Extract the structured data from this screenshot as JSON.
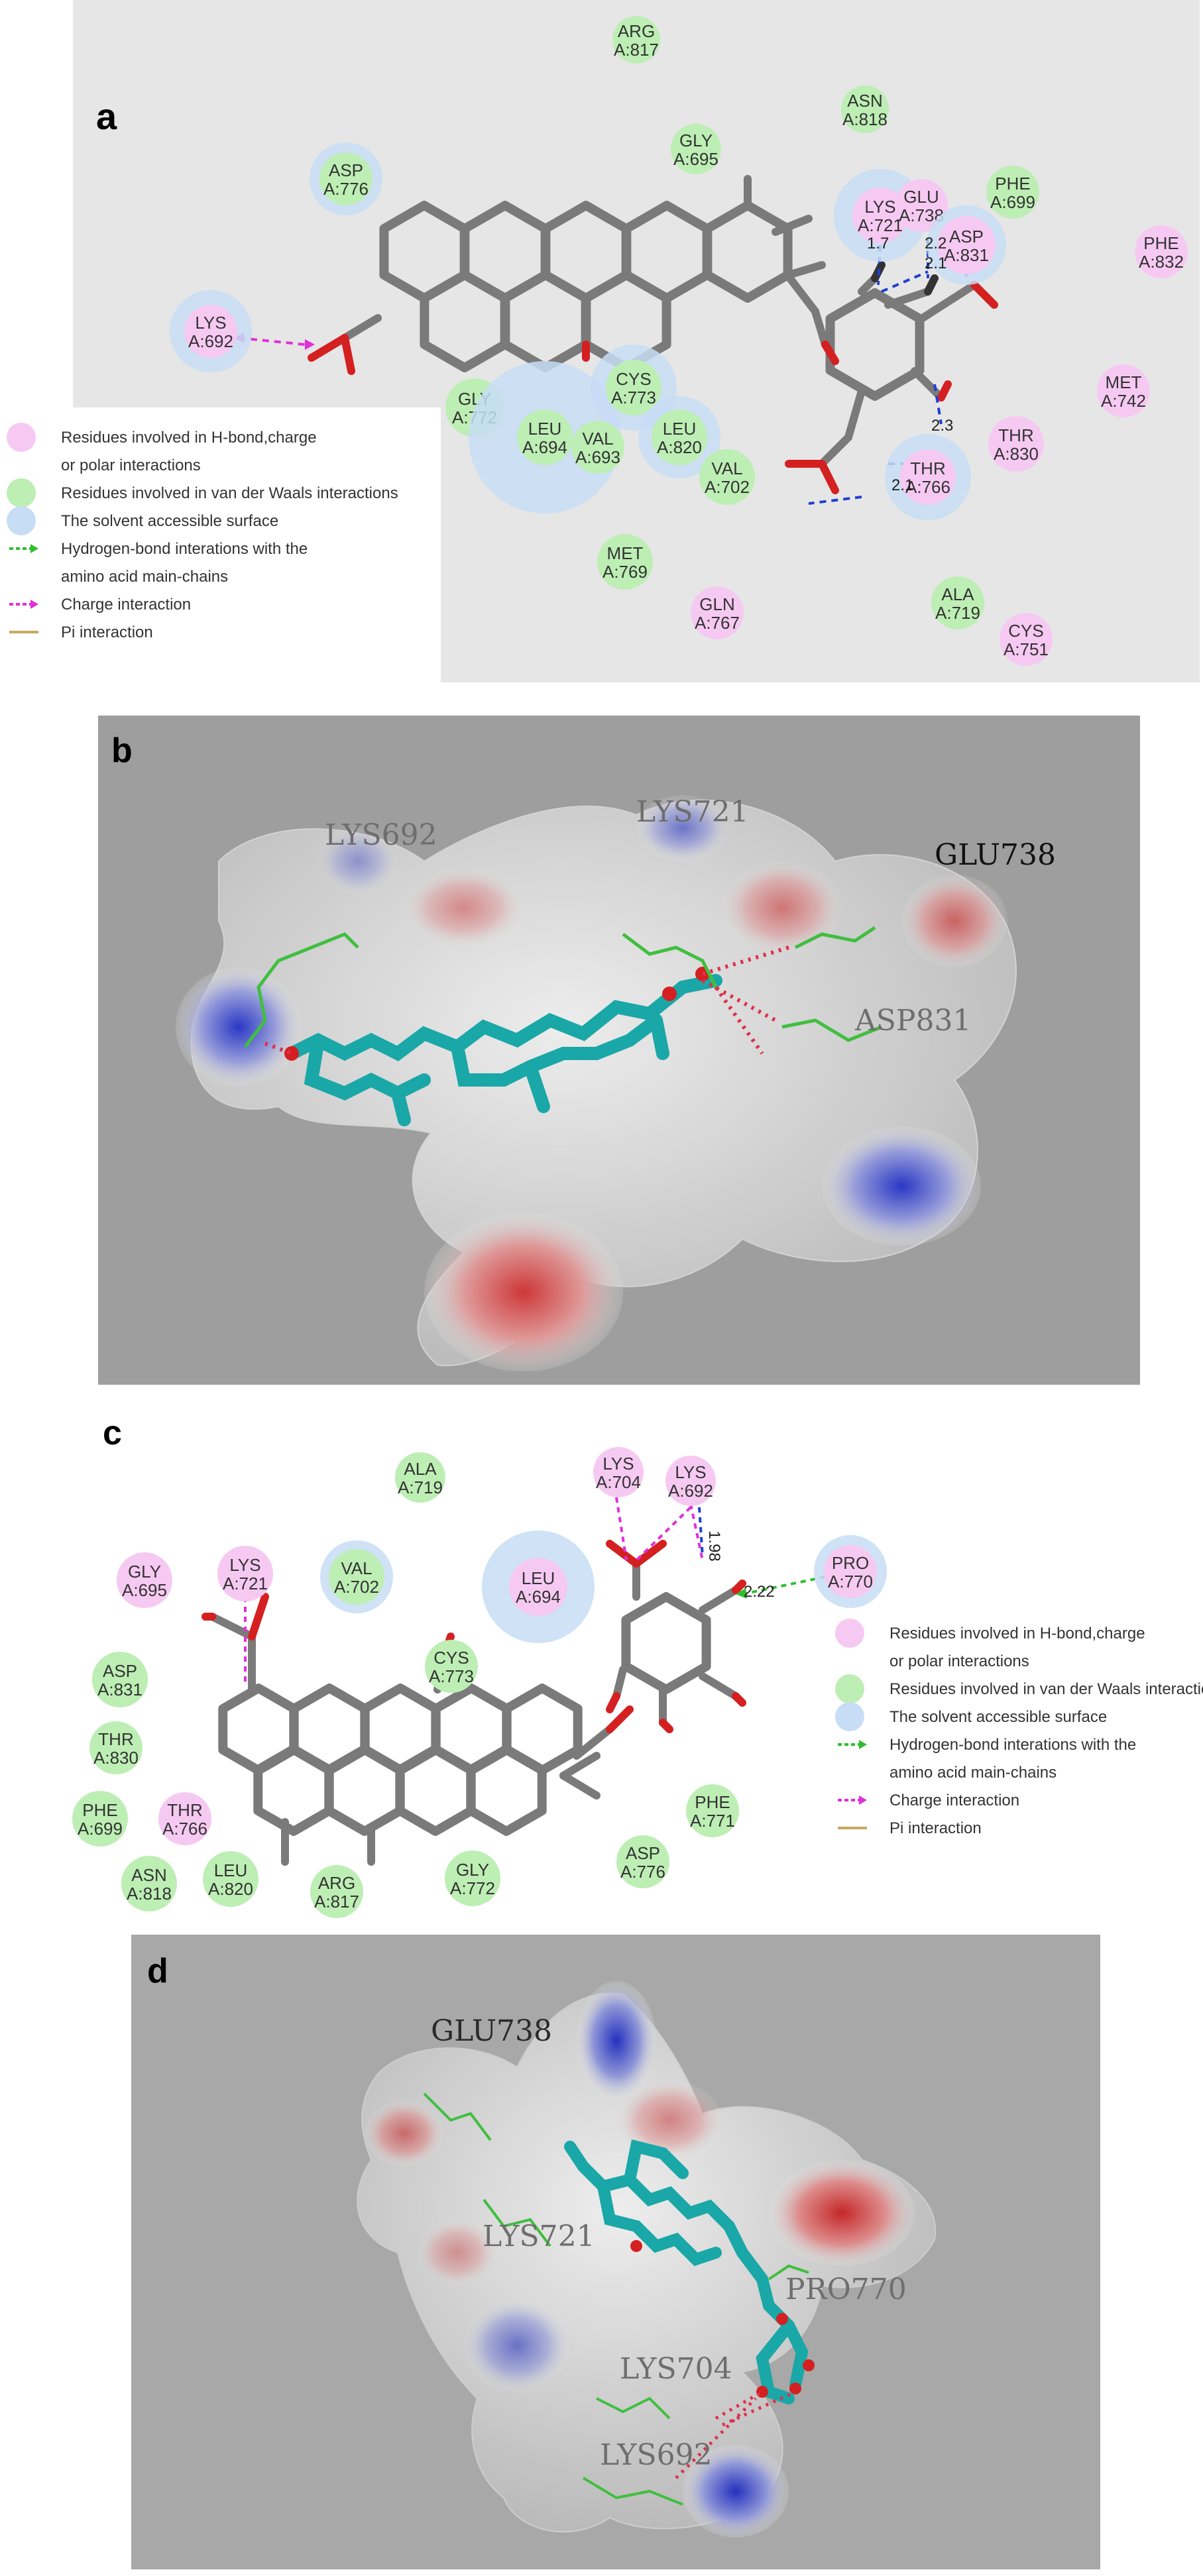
{
  "panels": {
    "a": {
      "label": "a",
      "residues": [
        {
          "id": "ARG817",
          "name": "ARG",
          "num": "A:817",
          "kind": "vdw"
        },
        {
          "id": "ASN818",
          "name": "ASN",
          "num": "A:818",
          "kind": "vdw"
        },
        {
          "id": "GLY695",
          "name": "GLY",
          "num": "A:695",
          "kind": "vdw"
        },
        {
          "id": "ASP776",
          "name": "ASP",
          "num": "A:776",
          "kind": "vdw"
        },
        {
          "id": "LYS721",
          "name": "LYS",
          "num": "A:721",
          "kind": "hbond"
        },
        {
          "id": "GLU738",
          "name": "GLU",
          "num": "A:738",
          "kind": "hbond"
        },
        {
          "id": "PHE699",
          "name": "PHE",
          "num": "A:699",
          "kind": "vdw"
        },
        {
          "id": "ASP831",
          "name": "ASP",
          "num": "A:831",
          "kind": "hbond"
        },
        {
          "id": "PHE832",
          "name": "PHE",
          "num": "A:832",
          "kind": "hbond"
        },
        {
          "id": "LYS692",
          "name": "LYS",
          "num": "A:692",
          "kind": "hbond"
        },
        {
          "id": "GLY772",
          "name": "GLY",
          "num": "A:772",
          "kind": "vdw"
        },
        {
          "id": "LEU694",
          "name": "LEU",
          "num": "A:694",
          "kind": "vdw"
        },
        {
          "id": "VAL693",
          "name": "VAL",
          "num": "A:693",
          "kind": "vdw"
        },
        {
          "id": "CYS773",
          "name": "CYS",
          "num": "A:773",
          "kind": "vdw"
        },
        {
          "id": "LEU820",
          "name": "LEU",
          "num": "A:820",
          "kind": "vdw"
        },
        {
          "id": "VAL702",
          "name": "VAL",
          "num": "A:702",
          "kind": "vdw"
        },
        {
          "id": "MET742",
          "name": "MET",
          "num": "A:742",
          "kind": "hbond"
        },
        {
          "id": "THR830",
          "name": "THR",
          "num": "A:830",
          "kind": "hbond"
        },
        {
          "id": "THR766",
          "name": "THR",
          "num": "A:766",
          "kind": "hbond"
        },
        {
          "id": "MET769",
          "name": "MET",
          "num": "A:769",
          "kind": "vdw"
        },
        {
          "id": "GLN767",
          "name": "GLN",
          "num": "A:767",
          "kind": "hbond"
        },
        {
          "id": "ALA719",
          "name": "ALA",
          "num": "A:719",
          "kind": "vdw"
        },
        {
          "id": "CYS751",
          "name": "CYS",
          "num": "A:751",
          "kind": "hbond"
        }
      ],
      "distances": [
        "1.7",
        "2.2",
        "2.1",
        "2.3",
        "2.1"
      ],
      "legend": [
        {
          "kind": "hbond",
          "text": "Residues involved in H-bond,charge"
        },
        {
          "kind": "none",
          "text": "or polar interactions"
        },
        {
          "kind": "vdw",
          "text": "Residues involved in van der Waals interactions"
        },
        {
          "kind": "surface",
          "text": "The solvent accessible surface"
        },
        {
          "kind": "hb-arrow",
          "text": "Hydrogen-bond interations with the"
        },
        {
          "kind": "none",
          "text": "amino acid main-chains"
        },
        {
          "kind": "charge-arrow",
          "text": "Charge interaction"
        },
        {
          "kind": "pi-line",
          "text": "Pi interaction"
        }
      ]
    },
    "b": {
      "label": "b",
      "surface_labels": [
        "LYS692",
        "LYS721",
        "GLU738",
        "ASP831"
      ]
    },
    "c": {
      "label": "c",
      "residues": [
        {
          "id": "ALA719",
          "name": "ALA",
          "num": "A:719",
          "kind": "vdw"
        },
        {
          "id": "LYS704",
          "name": "LYS",
          "num": "A:704",
          "kind": "hbond"
        },
        {
          "id": "LYS692",
          "name": "LYS",
          "num": "A:692",
          "kind": "hbond"
        },
        {
          "id": "GLY695",
          "name": "GLY",
          "num": "A:695",
          "kind": "hbond"
        },
        {
          "id": "LYS721",
          "name": "LYS",
          "num": "A:721",
          "kind": "hbond"
        },
        {
          "id": "VAL702",
          "name": "VAL",
          "num": "A:702",
          "kind": "vdw"
        },
        {
          "id": "LEU694",
          "name": "LEU",
          "num": "A:694",
          "kind": "hbond"
        },
        {
          "id": "PRO770",
          "name": "PRO",
          "num": "A:770",
          "kind": "hbond"
        },
        {
          "id": "CYS773",
          "name": "CYS",
          "num": "A:773",
          "kind": "vdw"
        },
        {
          "id": "ASP831",
          "name": "ASP",
          "num": "A:831",
          "kind": "vdw"
        },
        {
          "id": "THR830",
          "name": "THR",
          "num": "A:830",
          "kind": "vdw"
        },
        {
          "id": "PHE699",
          "name": "PHE",
          "num": "A:699",
          "kind": "vdw"
        },
        {
          "id": "THR766",
          "name": "THR",
          "num": "A:766",
          "kind": "hbond"
        },
        {
          "id": "PHE771",
          "name": "PHE",
          "num": "A:771",
          "kind": "vdw"
        },
        {
          "id": "ASN818",
          "name": "ASN",
          "num": "A:818",
          "kind": "vdw"
        },
        {
          "id": "LEU820",
          "name": "LEU",
          "num": "A:820",
          "kind": "vdw"
        },
        {
          "id": "ARG817",
          "name": "ARG",
          "num": "A:817",
          "kind": "vdw"
        },
        {
          "id": "GLY772",
          "name": "GLY",
          "num": "A:772",
          "kind": "vdw"
        },
        {
          "id": "ASP776",
          "name": "ASP",
          "num": "A:776",
          "kind": "vdw"
        }
      ],
      "distances": [
        "1.98",
        "2.22"
      ],
      "legend": [
        {
          "kind": "hbond",
          "text": "Residues involved in H-bond,charge"
        },
        {
          "kind": "none",
          "text": "or polar interactions"
        },
        {
          "kind": "vdw",
          "text": "Residues involved in van der Waals interactions"
        },
        {
          "kind": "surface",
          "text": "The solvent accessible surface"
        },
        {
          "kind": "hb-arrow",
          "text": "Hydrogen-bond interations with the"
        },
        {
          "kind": "none",
          "text": "amino acid main-chains"
        },
        {
          "kind": "charge-arrow",
          "text": "Charge interaction"
        },
        {
          "kind": "pi-line",
          "text": "Pi interaction"
        }
      ]
    },
    "d": {
      "label": "d",
      "surface_labels": [
        "GLU738",
        "LYS721",
        "PRO770",
        "LYS704",
        "LYS692"
      ]
    }
  },
  "colors": {
    "panel_a_bg": "#e6e6e6",
    "surface_bg": "#9e9e9e",
    "hbond_fill": "#f6c9f2",
    "vdw_fill": "#bdeeb4",
    "surface_fill": "#c7ddf5",
    "hb_arrow": "#1f3fd0",
    "charge_arrow": "#e030d8",
    "hbond_green": "#2fbf2f",
    "pi_line": "#c8a860",
    "ligand_gray": "#7a7a7a",
    "ligand_cyan": "#1aa7a7",
    "oxygen_red": "#d42020"
  }
}
